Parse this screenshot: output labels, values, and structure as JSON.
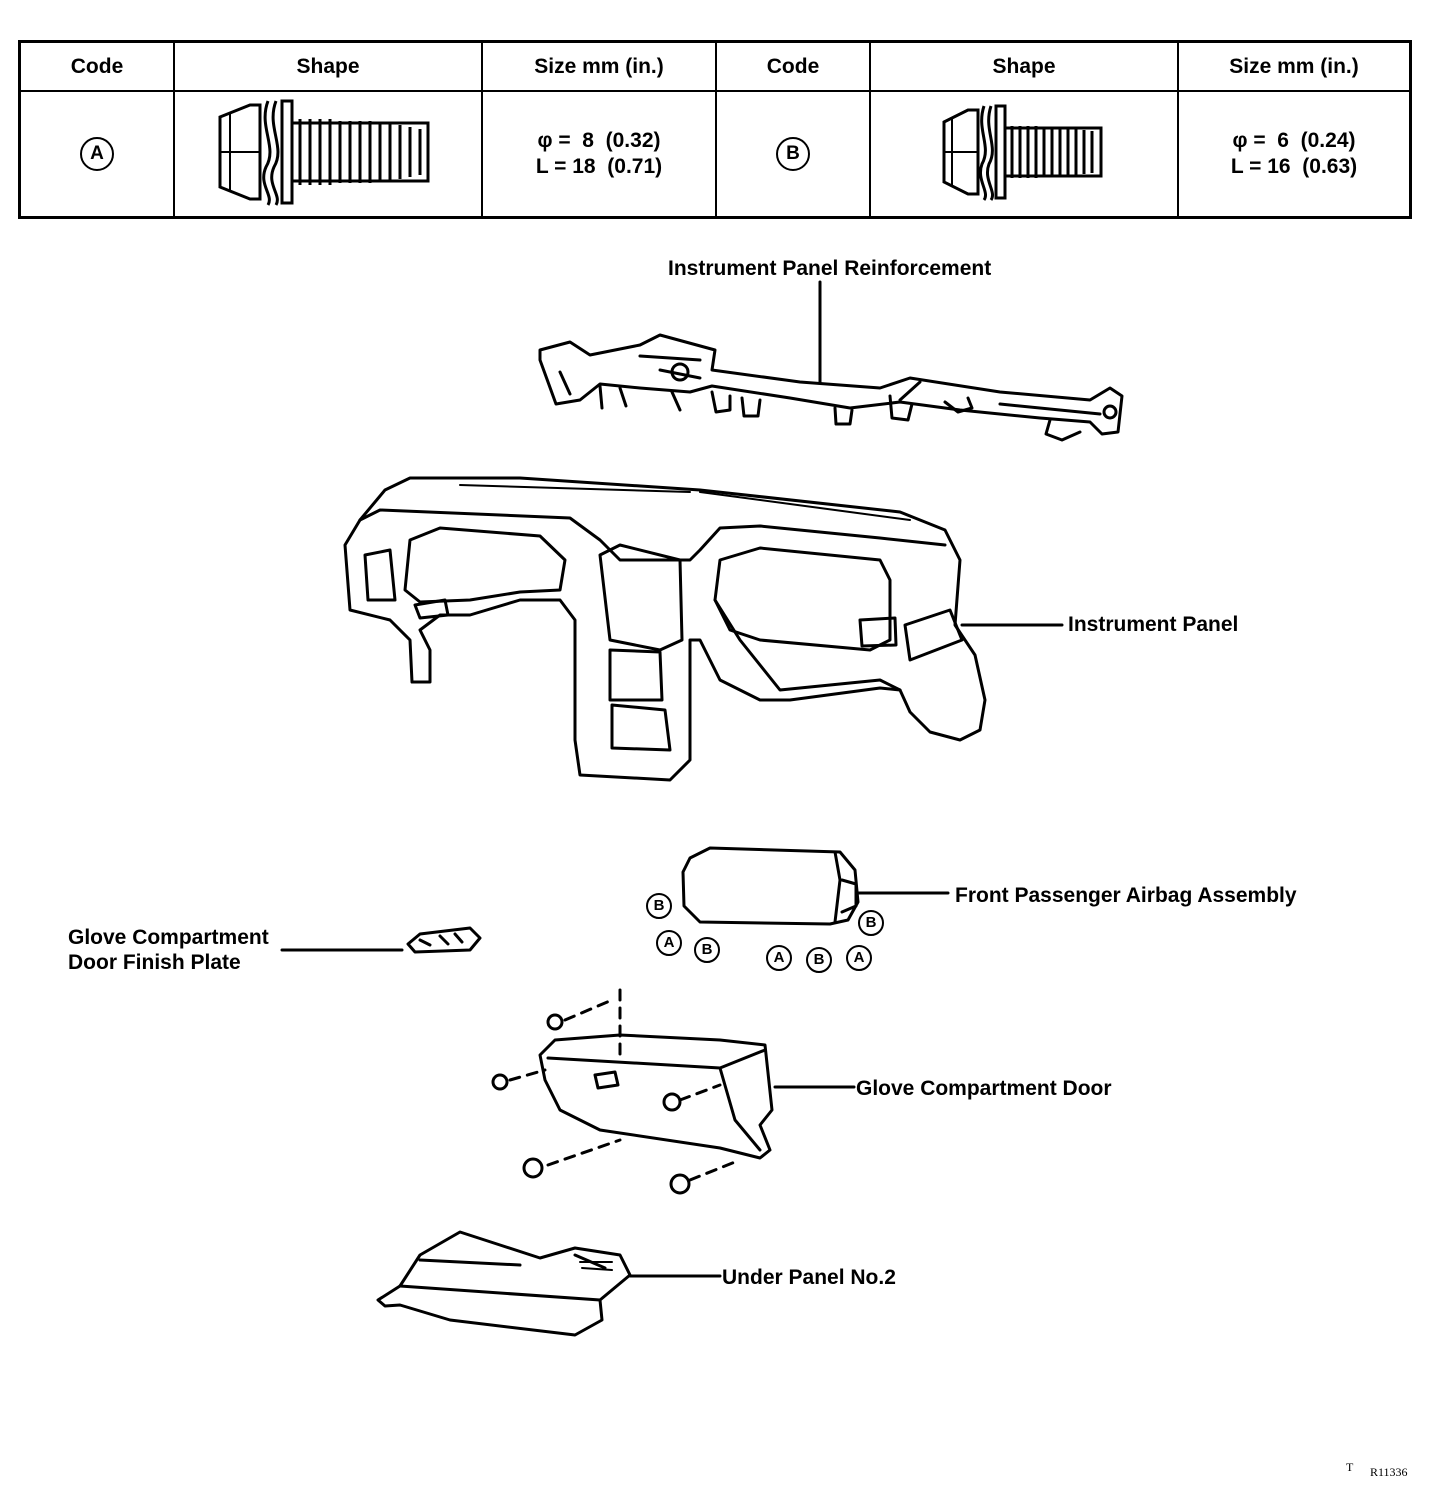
{
  "table": {
    "headers": [
      "Code",
      "Shape",
      "Size mm  (in.)",
      "Code",
      "Shape",
      "Size mm  (in.)"
    ],
    "rows": [
      {
        "code": "A",
        "shape_icon": "bolt-with-washer-icon",
        "size_line1": "φ =  8  (0.32)",
        "size_line2": "L = 18  (0.71)"
      },
      {
        "code": "B",
        "shape_icon": "bolt-with-washer-icon",
        "size_line1": "φ =  6  (0.24)",
        "size_line2": "L = 16  (0.63)"
      }
    ]
  },
  "parts": {
    "instrument_panel_reinforcement": "Instrument Panel Reinforcement",
    "instrument_panel": "Instrument Panel",
    "front_passenger_airbag_assembly": "Front Passenger Airbag Assembly",
    "glove_compartment_door_finish_plate_line1": "Glove Compartment",
    "glove_compartment_door_finish_plate_line2": "Door Finish Plate",
    "glove_compartment_door": "Glove Compartment Door",
    "under_panel_no2": "Under Panel No.2"
  },
  "airbag_bolt_codes": [
    "B",
    "A",
    "B",
    "A",
    "B",
    "A",
    "B"
  ],
  "figure_code_prefix": "T",
  "figure_code": "R11336"
}
